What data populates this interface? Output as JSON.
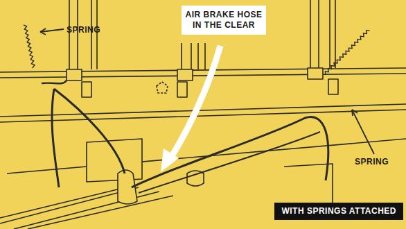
{
  "diagram": {
    "nodes": [
      {
        "text": [
          "AIR BRAKE HOSE IN THE CLEAR"
        ]
      },
      {
        "text": [
          "WITH SPRINGS ATTACHED"
        ]
      }
    ],
    "labels": [
      "SPRING",
      "SPRING"
    ]
  }
}
